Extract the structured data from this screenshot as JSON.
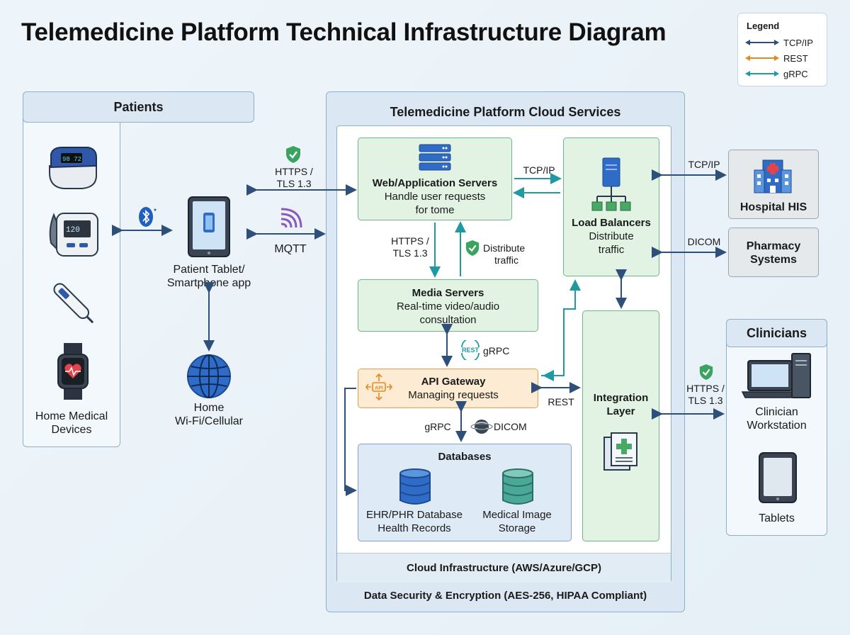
{
  "title": "Telemedicine Platform Technical Infrastructure Diagram",
  "legend": {
    "title": "Legend",
    "items": [
      {
        "label": "TCP/IP",
        "color": "#2e4f7a"
      },
      {
        "label": "REST",
        "color": "#e38a1e"
      },
      {
        "label": "gRPC",
        "color": "#1f9aa3"
      }
    ]
  },
  "patients": {
    "title": "Patients",
    "devices": [
      {
        "icon": "pulse-oximeter-icon"
      },
      {
        "icon": "blood-pressure-monitor-icon"
      },
      {
        "icon": "thermometer-icon"
      },
      {
        "icon": "smartwatch-icon"
      }
    ],
    "devices_label_1": "Home Medical",
    "devices_label_2": "Devices",
    "tablet_label_1": "Patient Tablet/",
    "tablet_label_2": "Smartphone app",
    "home_label_1": "Home",
    "home_label_2": "Wi-Fi/Cellular"
  },
  "connections": {
    "https_1": "HTTPS /",
    "https_2": "TLS 1.3",
    "mqtt": "MQTT",
    "tcpip": "TCP/IP",
    "inner_https_1": "HTTPS /",
    "inner_https_2": "TLS 1.3",
    "distribute_1": "Distribute",
    "distribute_2": "traffic",
    "grpc": "gRPC",
    "rest": "REST",
    "grpc_2": "gRPC",
    "dicom": "DICOM",
    "his_tcpip": "TCP/IP",
    "pharm_dicom": "DICOM",
    "clin_https_1": "HTTPS /",
    "clin_https_2": "TLS 1.3",
    "rest_badge": "REST"
  },
  "cloud": {
    "title": "Telemedicine Platform Cloud Services",
    "web": {
      "title": "Web/Application Servers",
      "line1": "Handle user requests",
      "line2": "for tome"
    },
    "lb": {
      "title": "Load Balancers",
      "line1": "Distribute",
      "line2": "traffic"
    },
    "media": {
      "title": "Media Servers",
      "line1": "Real-time video/audio",
      "line2": "consultation"
    },
    "api": {
      "title": "API Gateway",
      "line1": "Managing requests",
      "icon_text": "API"
    },
    "integration": {
      "line1": "Integration",
      "line2": "Layer"
    },
    "db": {
      "title": "Databases",
      "ehr_1": "EHR/PHR Database",
      "ehr_2": "Health Records",
      "img_1": "Medical Image",
      "img_2": "Storage"
    },
    "infra": "Cloud Infrastructure (AWS/Azure/GCP)",
    "security": "Data Security & Encryption (AES-256, HIPAA Compliant)"
  },
  "external": {
    "his": "Hospital HIS",
    "pharm_1": "Pharmacy",
    "pharm_2": "Systems"
  },
  "clinicians": {
    "title": "Clinicians",
    "ws_1": "Clinician",
    "ws_2": "Workstation",
    "tablets": "Tablets"
  }
}
